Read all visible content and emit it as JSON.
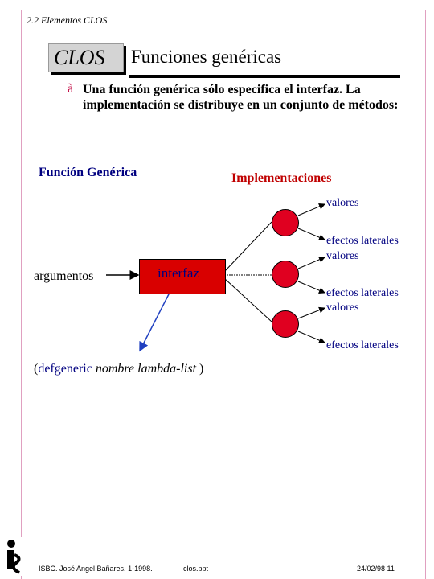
{
  "header": {
    "section": "2.2 Elementos CLOS"
  },
  "title": {
    "box_label": "CLOS",
    "text": "Funciones genéricas"
  },
  "bullet": {
    "mark": "à",
    "text": "Una función genérica sólo especifica el interfaz. La implementación se distribuye en un conjunto de métodos:"
  },
  "diagram": {
    "generic_function_label": "Función Genérica",
    "implementations_label": "Implementaciones",
    "arguments_label": "argumentos",
    "interface_label": "interfaz",
    "method1": {
      "top": "valores",
      "bottom": "efectos laterales"
    },
    "method2": {
      "top": "valores",
      "bottom": "efectos laterales"
    },
    "method3": {
      "top": "valores",
      "bottom": "efectos laterales"
    }
  },
  "code": {
    "open": "(",
    "keyword": "defgeneric",
    "args": " nombre lambda-list",
    "close": " )"
  },
  "footer": {
    "author": "ISBC. José Angel Bañares. 1-1998.",
    "file": "clos.ppt",
    "date_page": "24/02/98   11"
  },
  "colors": {
    "accent_red": "#d90000",
    "text_navy": "#000080",
    "frame_pink": "#e0a0c0"
  }
}
